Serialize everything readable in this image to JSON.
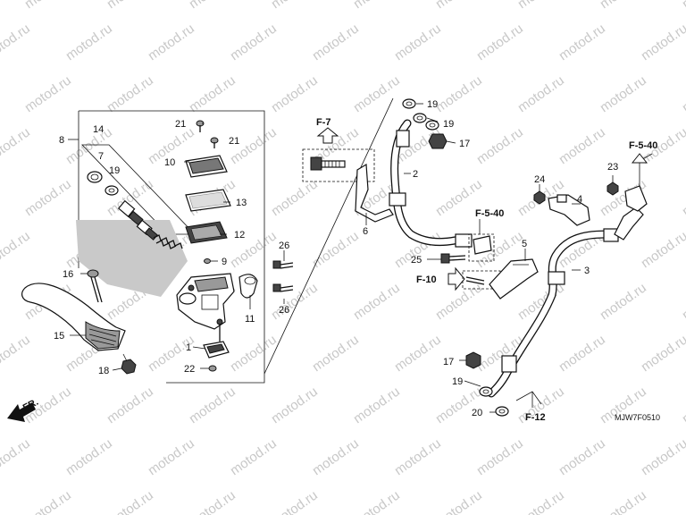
{
  "diagram": {
    "code": "MJW7F0510",
    "watermark": "motod.ru",
    "direction_label": "FR.",
    "refs": {
      "f7": "F-7",
      "f540_top": "F-5-40",
      "f540_mid": "F-5-40",
      "f10": "F-10",
      "f12": "F-12"
    },
    "callouts": [
      {
        "id": "c1",
        "text": "1"
      },
      {
        "id": "c2",
        "text": "2"
      },
      {
        "id": "c3",
        "text": "3"
      },
      {
        "id": "c4",
        "text": "4"
      },
      {
        "id": "c5",
        "text": "5"
      },
      {
        "id": "c6",
        "text": "6"
      },
      {
        "id": "c7",
        "text": "7"
      },
      {
        "id": "c8",
        "text": "8"
      },
      {
        "id": "c9",
        "text": "9"
      },
      {
        "id": "c10",
        "text": "10"
      },
      {
        "id": "c11",
        "text": "11"
      },
      {
        "id": "c12",
        "text": "12"
      },
      {
        "id": "c13",
        "text": "13"
      },
      {
        "id": "c14",
        "text": "14"
      },
      {
        "id": "c15",
        "text": "15"
      },
      {
        "id": "c16",
        "text": "16"
      },
      {
        "id": "c17a",
        "text": "17"
      },
      {
        "id": "c17b",
        "text": "17"
      },
      {
        "id": "c18",
        "text": "18"
      },
      {
        "id": "c19a",
        "text": "19"
      },
      {
        "id": "c19b",
        "text": "19"
      },
      {
        "id": "c19c",
        "text": "19"
      },
      {
        "id": "c19d",
        "text": "19"
      },
      {
        "id": "c20",
        "text": "20"
      },
      {
        "id": "c21a",
        "text": "21"
      },
      {
        "id": "c21b",
        "text": "21"
      },
      {
        "id": "c22",
        "text": "22"
      },
      {
        "id": "c23",
        "text": "23"
      },
      {
        "id": "c24",
        "text": "24"
      },
      {
        "id": "c25",
        "text": "25"
      },
      {
        "id": "c26a",
        "text": "26"
      },
      {
        "id": "c26b",
        "text": "26"
      }
    ]
  }
}
